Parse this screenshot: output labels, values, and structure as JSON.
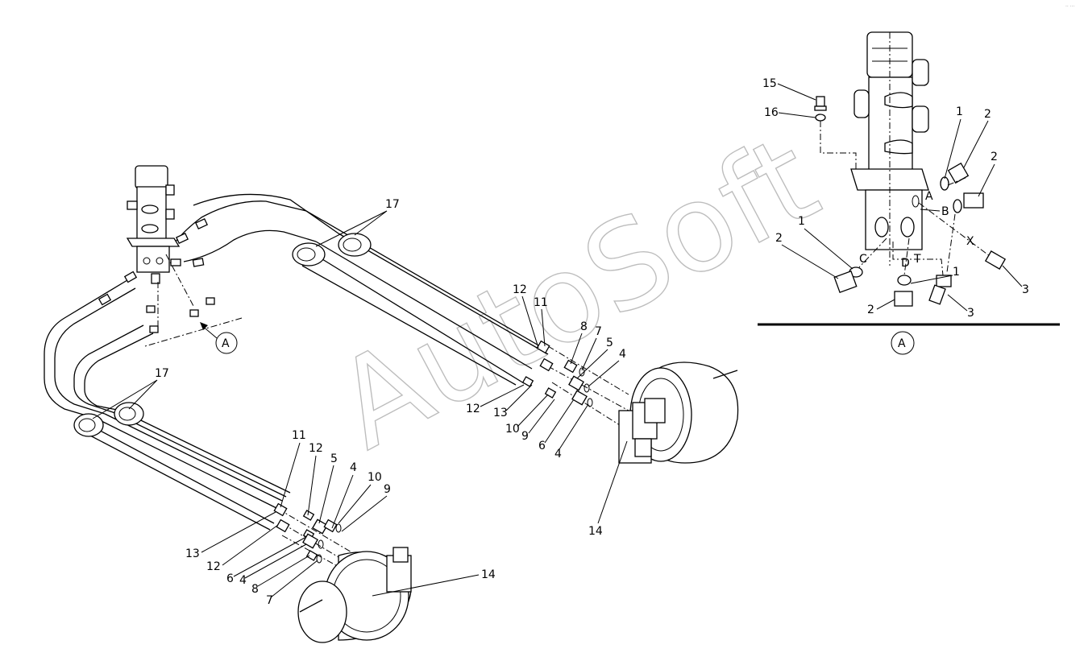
{
  "watermark": "AutoSoft",
  "view_label": "A",
  "callouts": [
    "1",
    "2",
    "3",
    "4",
    "5",
    "6",
    "7",
    "8",
    "9",
    "10",
    "11",
    "12",
    "13",
    "14",
    "15",
    "16",
    "17"
  ],
  "port_labels": [
    "A",
    "B",
    "C",
    "D",
    "T",
    "X"
  ]
}
